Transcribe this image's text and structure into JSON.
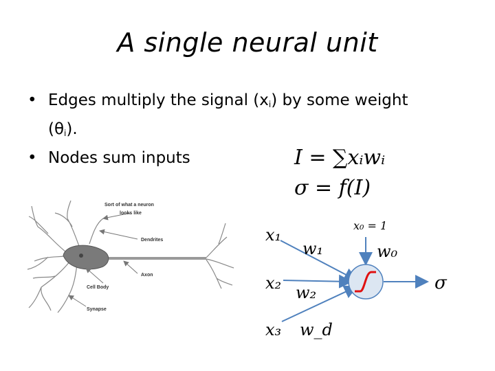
{
  "slide": {
    "title": "A single neural unit",
    "bullet_symbol": "•",
    "bullets": [
      {
        "line1_pre": "Edges multiply the signal (x",
        "line1_sub": "i",
        "line1_post": ") by some weight",
        "line2_pre": "(θ",
        "line2_sub": "i",
        "line2_post": ")."
      },
      {
        "text": "Nodes sum inputs"
      }
    ],
    "equations": {
      "sum": "I = ∑xᵢwᵢ",
      "activation": "σ = f(I)"
    }
  },
  "neuron_diagram": {
    "caption": "Sort of what a neuron",
    "caption2": "looks like",
    "labels": {
      "dendrites": "Dendrites",
      "axon": "Axon",
      "cell_body": "Cell Body",
      "synapse": "Synapse"
    }
  },
  "unit_diagram": {
    "inputs": [
      "x₁",
      "x₂",
      "x₃"
    ],
    "weights": [
      "w₁",
      "w₂",
      "w_d"
    ],
    "bias_input": "x₀ = 1",
    "bias_weight": "w₀",
    "output": "σ",
    "colors": {
      "edge": "#4f81bd",
      "node_fill": "#dce6f2",
      "node_stroke": "#4f81bd",
      "activation": "#e01010"
    }
  }
}
